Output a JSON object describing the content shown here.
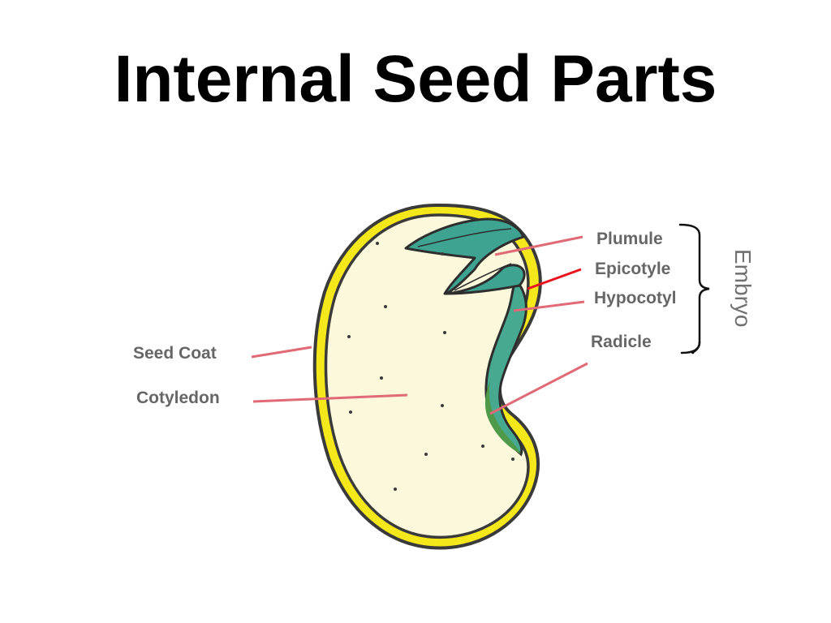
{
  "slide": {
    "title": "Internal Seed Parts"
  },
  "diagram": {
    "labels": {
      "plumule": "Plumule",
      "epicotyle": "Epicotyle",
      "hypocotyl": "Hypocotyl",
      "radicle": "Radicle",
      "seed_coat": "Seed Coat",
      "cotyledon": "Cotyledon",
      "embryo": "Embryo"
    },
    "colors": {
      "seed_coat": "#f5e81a",
      "seed_outline": "#3a3a3a",
      "cotyledon_fill": "#fbf8dc",
      "plumule_fill": "#3fa392",
      "hypocotyl_fill": "#47a98f",
      "radicle_fill": "#4e9a4a",
      "leader_line": "#e06a76",
      "epicotyle_line": "#e8141e",
      "label_text": "#666666"
    }
  }
}
